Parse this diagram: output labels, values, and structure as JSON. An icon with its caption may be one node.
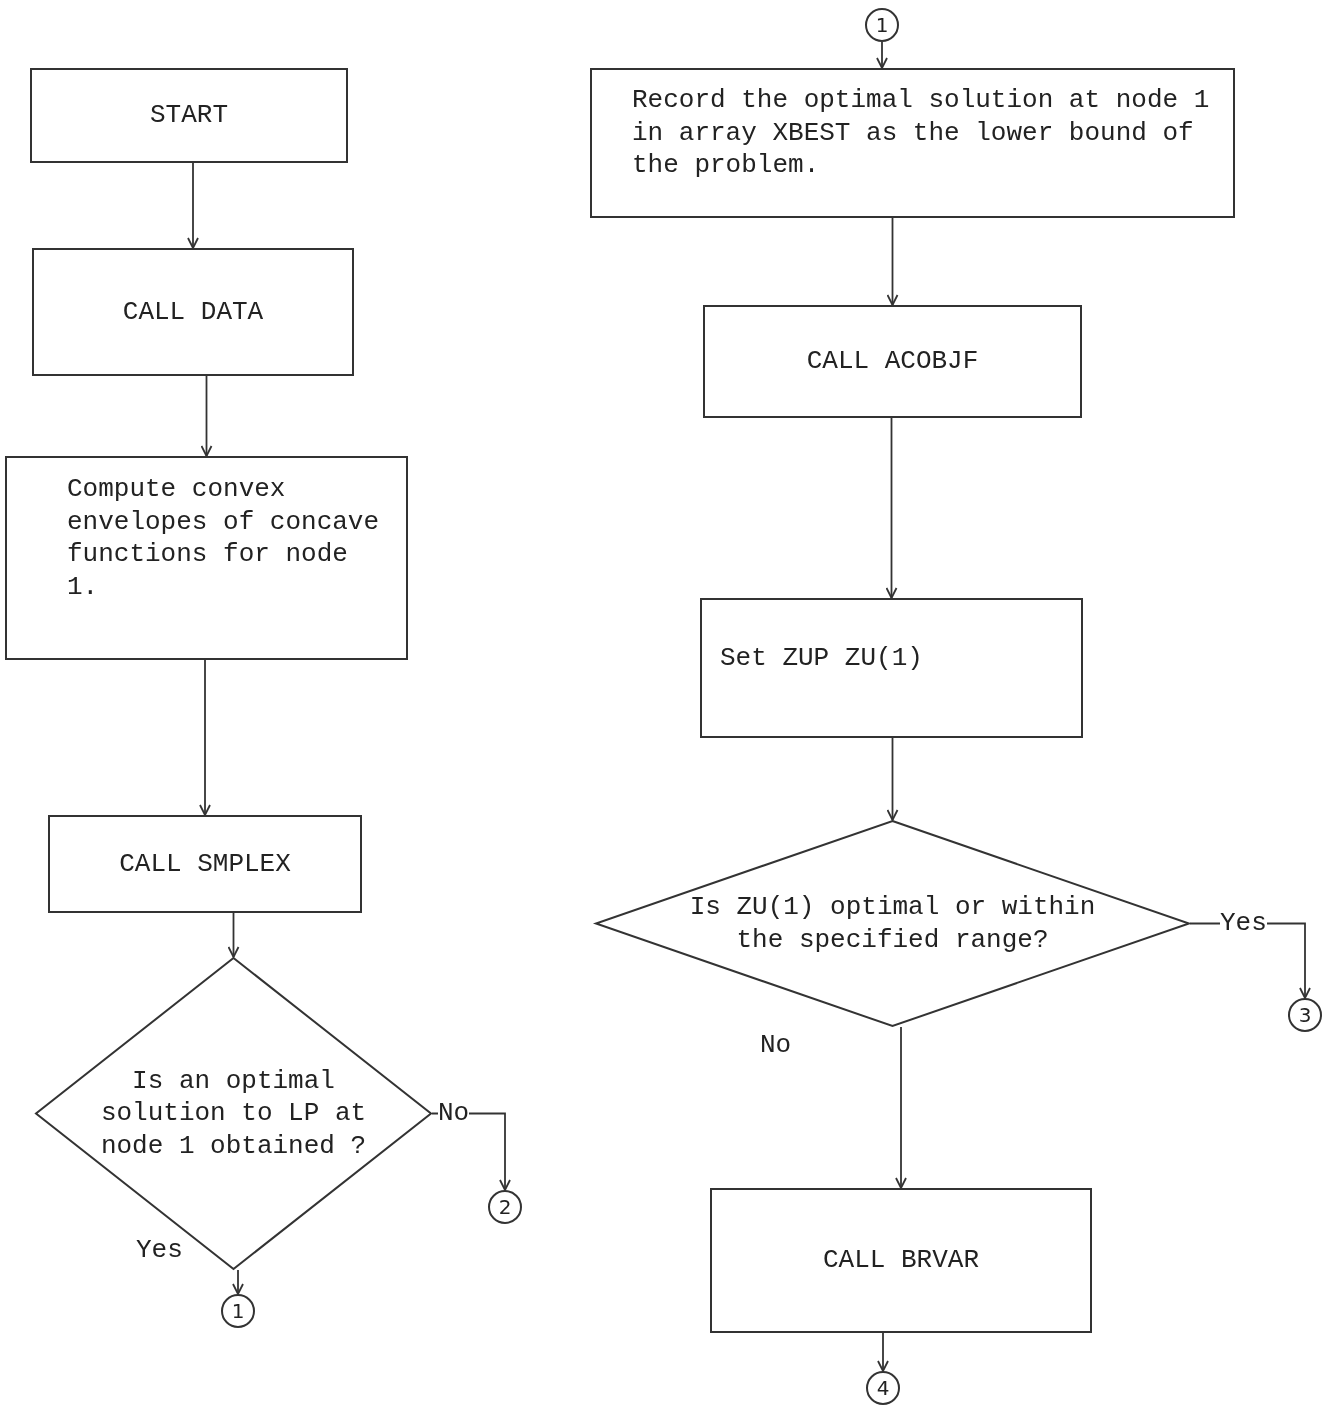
{
  "diagram": {
    "nodes": [
      {
        "text": [
          "START"
        ]
      },
      {
        "text": [
          "CALL DATA"
        ]
      },
      {
        "text": [
          "Compute convex envelopes of concave functions for node 1."
        ]
      },
      {
        "text": [
          "CALL SMPLEX"
        ]
      },
      {
        "text": [
          "Is an optimal solution to LP at node 1 obtained ?"
        ]
      },
      {
        "text": [
          "2"
        ]
      },
      {
        "text": [
          "1"
        ]
      },
      {
        "text": [
          "1"
        ]
      },
      {
        "text": [
          "Record the optimal solution at node 1 in array XBEST as the lower bound of the problem."
        ]
      },
      {
        "text": [
          "CALL ACOBJF"
        ]
      },
      {
        "text": [
          "Set ZUP ZU(1)"
        ]
      },
      {
        "text": [
          "Is ZU(1) optimal or within the specified range?"
        ]
      },
      {
        "text": [
          "3"
        ]
      },
      {
        "text": [
          "CALL BRVAR"
        ]
      },
      {
        "text": [
          "4"
        ]
      }
    ],
    "edges": [
      {
        "from": 0,
        "to": 1,
        "arrow": "to"
      },
      {
        "from": 1,
        "to": 2,
        "arrow": "to"
      },
      {
        "from": 2,
        "to": 3,
        "arrow": "to"
      },
      {
        "from": 3,
        "to": 4,
        "arrow": "to"
      },
      {
        "from": 4,
        "to": 5,
        "arrow": "to",
        "label": "No"
      },
      {
        "from": 4,
        "to": 6,
        "arrow": "to",
        "label": "Yes"
      },
      {
        "from": 7,
        "to": 8,
        "arrow": "to"
      },
      {
        "from": 8,
        "to": 9,
        "arrow": "to"
      },
      {
        "from": 9,
        "to": 10,
        "arrow": "to"
      },
      {
        "from": 10,
        "to": 11,
        "arrow": "to"
      },
      {
        "from": 11,
        "to": 12,
        "arrow": "to",
        "label": "Yes"
      },
      {
        "from": 11,
        "to": 13,
        "arrow": "to",
        "label": "No"
      },
      {
        "from": 13,
        "to": 14,
        "arrow": "to"
      }
    ]
  }
}
